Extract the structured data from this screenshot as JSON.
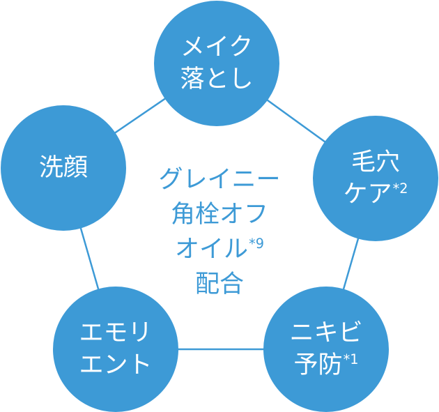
{
  "colors": {
    "node_fill": "#3d9ad6",
    "connector": "#3d9ad6",
    "center_text": "#3d9ad6",
    "node_text": "#ffffff"
  },
  "nodes": {
    "top": {
      "line1": "メイク",
      "line2": "落とし"
    },
    "right": {
      "line1": "毛穴",
      "line2": "ケア",
      "mark": "*2"
    },
    "bottom_right": {
      "line1": "ニキビ",
      "line2": "予防",
      "mark": "*1"
    },
    "bottom_left": {
      "line1": "エモリ",
      "line2": "エント"
    },
    "left": {
      "line1": "洗顔"
    }
  },
  "center": {
    "line1": "グレイニー",
    "line2": "角栓オフ",
    "line3": "オイル",
    "line3_mark": "*9",
    "line4": "配合"
  }
}
